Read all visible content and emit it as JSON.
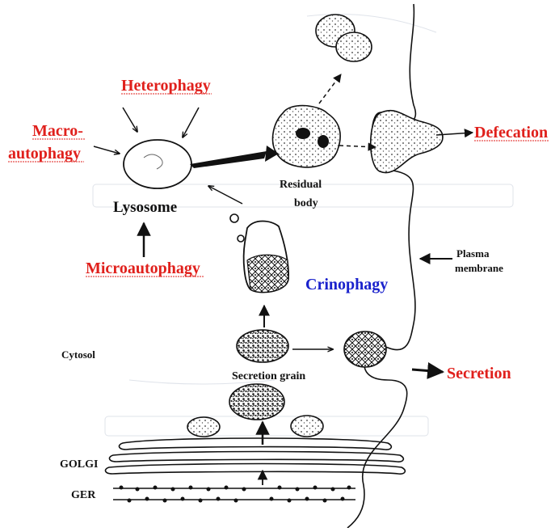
{
  "labels": {
    "heterophagy": "Heterophagy",
    "macro1": "Macro-",
    "macro2": "autophagy",
    "lysosome": "Lysosome",
    "microautophagy": "Microautophagy",
    "residual1": "Residual",
    "residual2": "body",
    "defecation": "Defecation",
    "plasma1": "Plasma",
    "plasma2": "membrane",
    "crinophagy": "Crinophagy",
    "cytosol": "Cytosol",
    "secretion_grain": "Secretion grain",
    "secretion": "Secretion",
    "golgi": "GOLGI",
    "ger": "GER"
  },
  "colors": {
    "process_label": "#e0201c",
    "crinophagy_label": "#1a22cc",
    "ink": "#111111"
  }
}
